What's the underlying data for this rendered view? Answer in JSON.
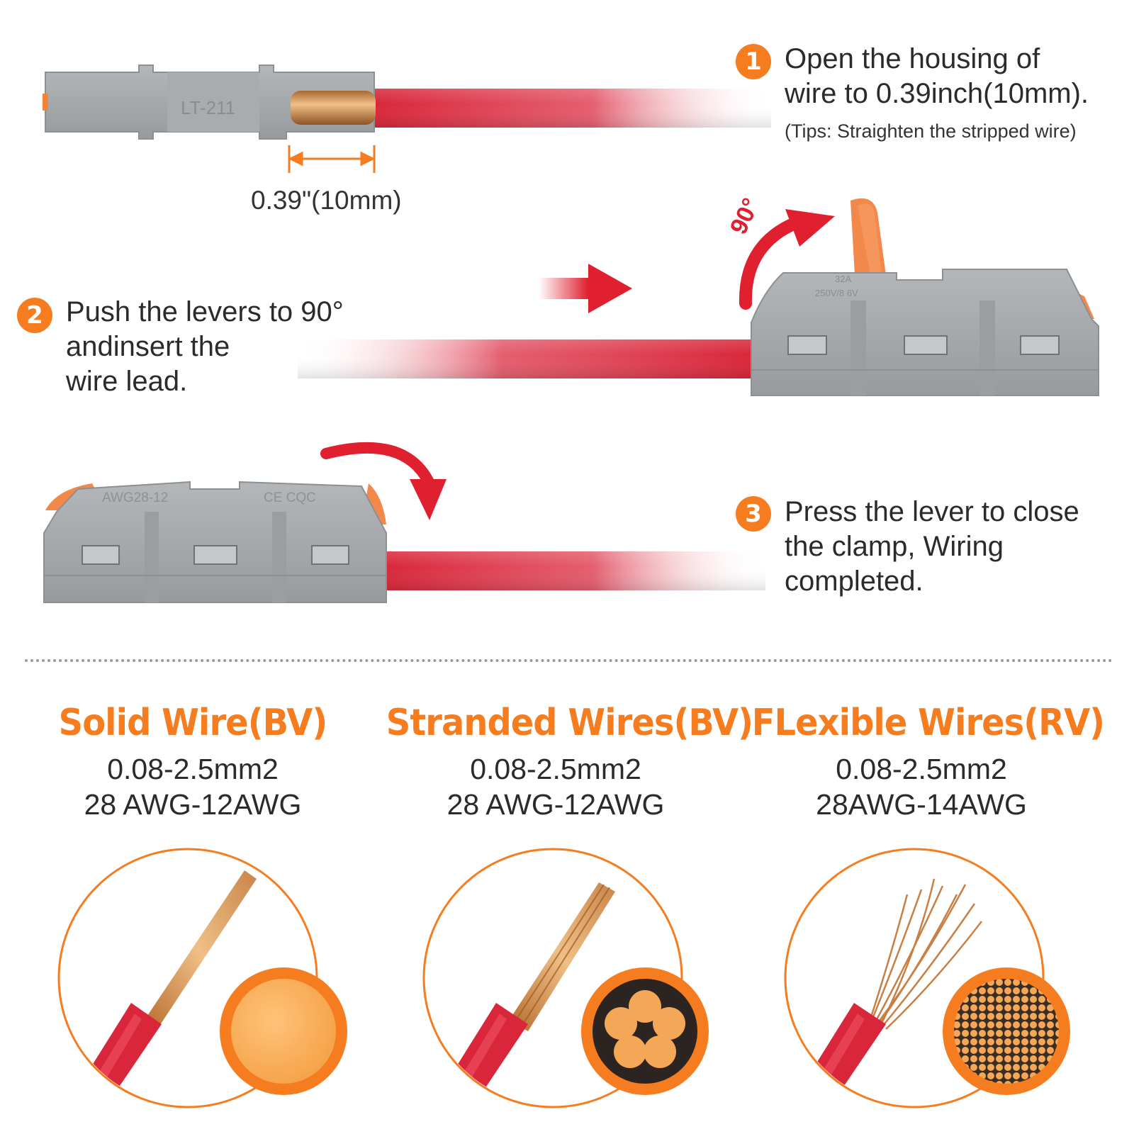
{
  "steps": [
    {
      "number": "1",
      "lines": [
        "Open the housing of",
        "wire to 0.39inch(10mm)."
      ],
      "tip": "(Tips: Straighten the stripped wire)"
    },
    {
      "number": "2",
      "lines": [
        "Push the levers to 90°",
        "andinsert the",
        "wire lead."
      ]
    },
    {
      "number": "3",
      "lines": [
        "Press the lever to close",
        "the clamp, Wiring",
        "completed."
      ]
    }
  ],
  "dimension_label": "0.39\"(10mm)",
  "angle_label": "90°",
  "connector_markings": {
    "model": "LT-211",
    "gauge": "AWG28-12",
    "cert": "CE CQC",
    "rating": "32A",
    "voltage": "250V/8  6V"
  },
  "wire_types": [
    {
      "title": "Solid Wire(BV)",
      "spec_mm": "0.08-2.5mm2",
      "spec_awg": "28 AWG-12AWG",
      "cross_section": "solid-core-icon"
    },
    {
      "title": "Stranded Wires(BV)",
      "spec_mm": "0.08-2.5mm2",
      "spec_awg": "28 AWG-12AWG",
      "cross_section": "seven-strand-core-icon"
    },
    {
      "title": "FLexible Wires(RV)",
      "spec_mm": "0.08-2.5mm2",
      "spec_awg": "28AWG-14AWG",
      "cross_section": "fine-strand-core-icon"
    }
  ],
  "colors": {
    "accent": "#f57c1f",
    "wire_red": "#d9263a",
    "housing_gray": "#a7abad",
    "copper": "#d08a4e"
  }
}
